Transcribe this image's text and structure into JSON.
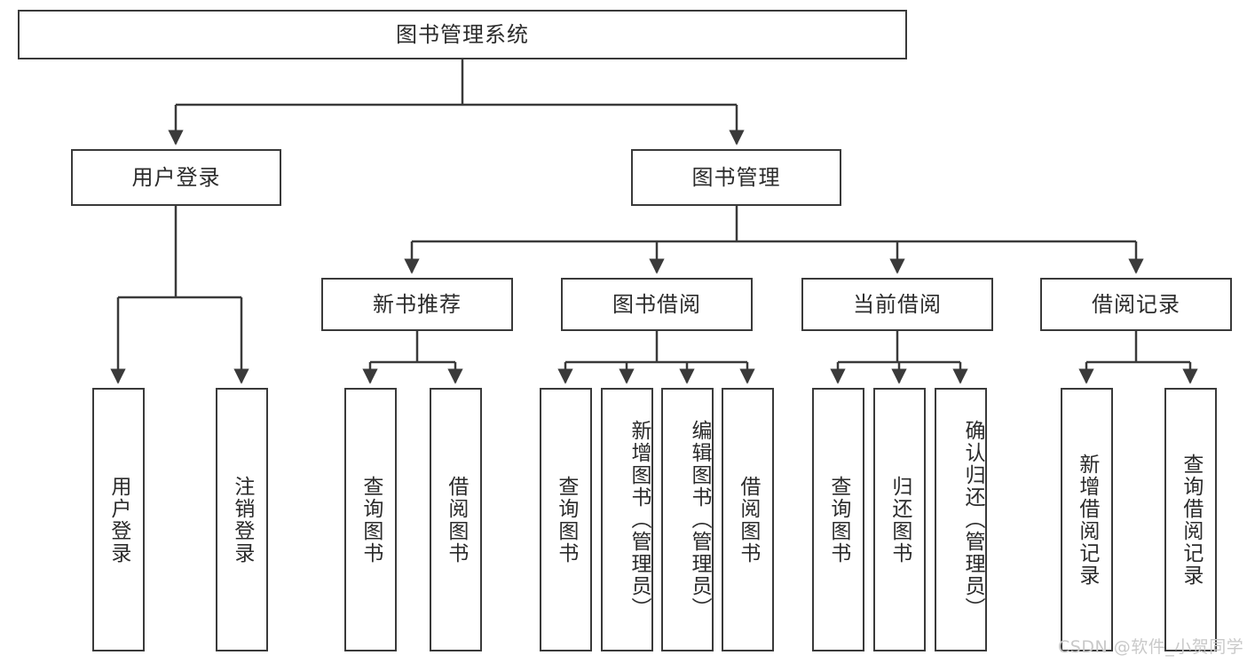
{
  "diagram": {
    "type": "tree",
    "title": "图书管理系统",
    "orientation": "top-down",
    "colors": {
      "box_border": "#3a3a3a",
      "box_fill": "#ffffff",
      "connector": "#3a3a3a",
      "text": "#2b2b2b",
      "watermark": "#c9c9c9",
      "background": "#ffffff"
    },
    "root": {
      "label": "图书管理系统"
    },
    "level2": [
      {
        "label": "用户登录"
      },
      {
        "label": "图书管理"
      }
    ],
    "level3": [
      {
        "label": "新书推荐"
      },
      {
        "label": "图书借阅"
      },
      {
        "label": "当前借阅"
      },
      {
        "label": "借阅记录"
      }
    ],
    "leaves": {
      "user_login": [
        {
          "label": "用户登录"
        },
        {
          "label": "注销登录"
        }
      ],
      "new_book_recommend": [
        {
          "label": "查询图书"
        },
        {
          "label": "借阅图书"
        }
      ],
      "book_borrow": [
        {
          "label": "查询图书"
        },
        {
          "label": "新增图书（管理员）"
        },
        {
          "label": "编辑图书（管理员）"
        },
        {
          "label": "借阅图书"
        }
      ],
      "current_borrow": [
        {
          "label": "查询图书"
        },
        {
          "label": "归还图书"
        },
        {
          "label": "确认归还（管理员）"
        }
      ],
      "borrow_record": [
        {
          "label": "新增借阅记录"
        },
        {
          "label": "查询借阅记录"
        }
      ]
    }
  },
  "watermark": {
    "text": "CSDN @软件_小贺同学"
  }
}
